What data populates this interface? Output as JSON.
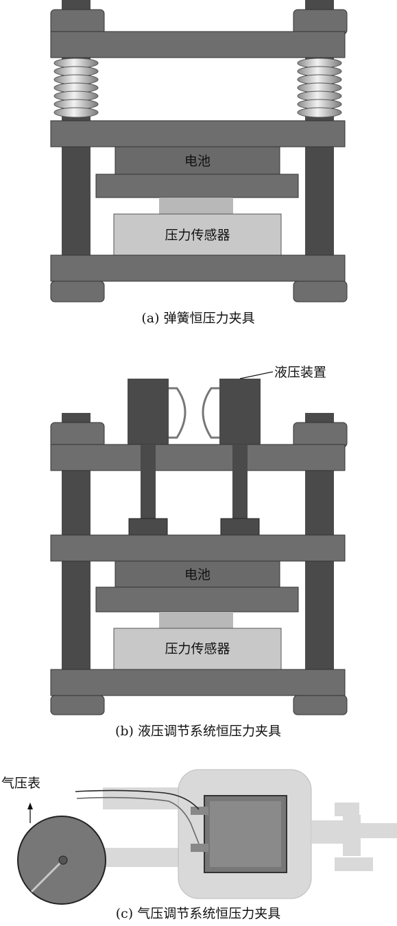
{
  "panel_a": {
    "caption": "(a) 弹簧恒压力夹具",
    "battery_label": "电池",
    "sensor_label": "压力传感器"
  },
  "panel_b": {
    "caption": "(b) 液压调节系统恒压力夹具",
    "battery_label": "电池",
    "sensor_label": "压力传感器",
    "hydraulic_label": "液压装置"
  },
  "panel_c": {
    "caption": "(c) 气压调节系统恒压力夹具",
    "gauge_label": "气压表"
  },
  "colors": {
    "dark": "#4a4a4a",
    "plate": "#6e6e6e",
    "battery": "#6a6a6a",
    "sensor": "#c8c8c8",
    "connector": "#b8b8b8",
    "light_frame": "#d9d9d9"
  }
}
